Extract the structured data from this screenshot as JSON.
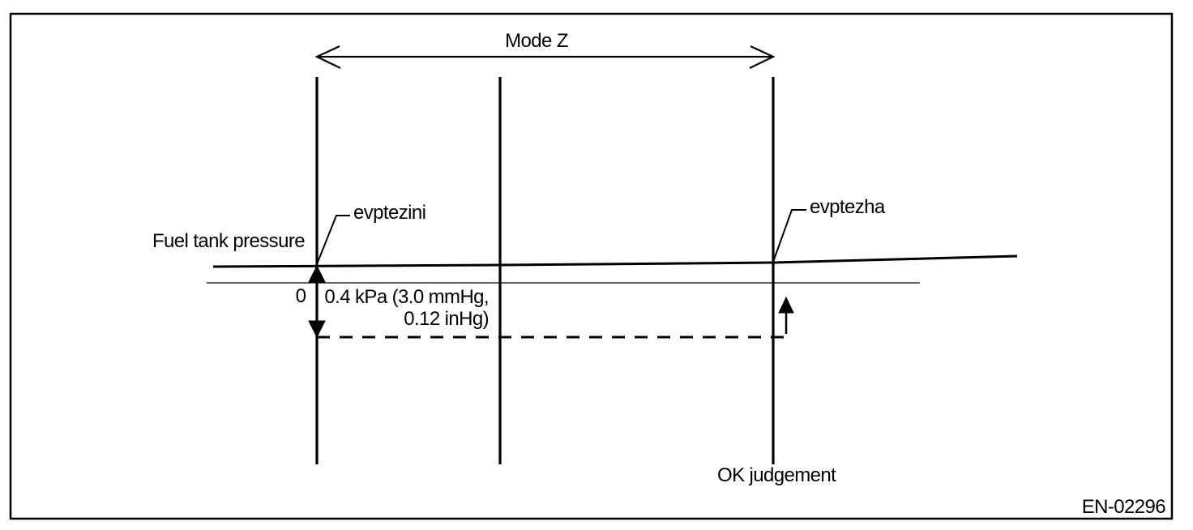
{
  "colors": {
    "ink": "#000000",
    "paper": "#ffffff"
  },
  "figure": {
    "mode_label": "Mode Z",
    "axis_label": "Fuel tank pressure",
    "start_marker_label": "evptezini",
    "end_marker_label": "evptezha",
    "zero_label": "0",
    "threshold_value_line1": "0.4 kPa (3.0 mmHg,",
    "threshold_value_line2": "0.12 inHg)",
    "judgement_label": "OK judgement",
    "figure_code": "EN-02296"
  }
}
